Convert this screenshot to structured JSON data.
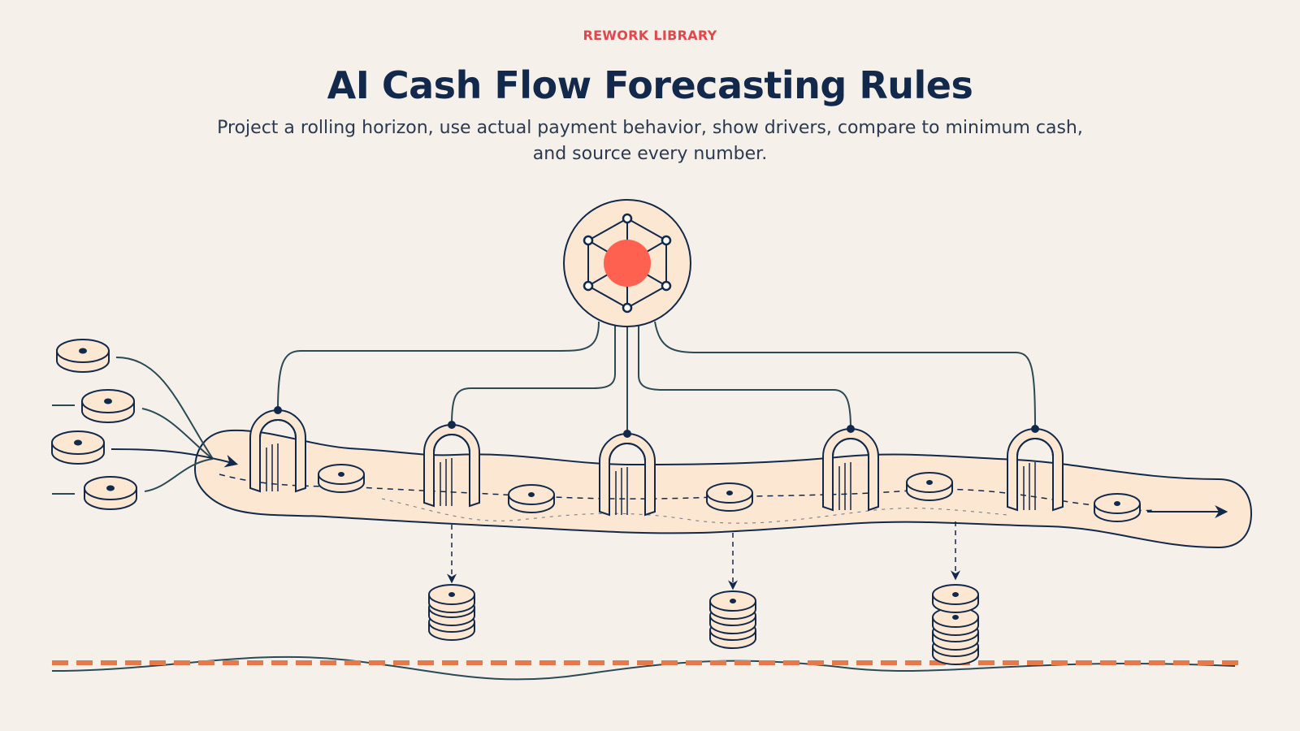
{
  "header": {
    "eyebrow": "REWORK LIBRARY",
    "title": "AI Cash Flow Forecasting Rules",
    "subtitle_line1": "Project a rolling horizon, use actual payment behavior, show drivers, compare to minimum cash,",
    "subtitle_line2": "and source every number."
  },
  "colors": {
    "background": "#f5f1ea",
    "navy": "#13294b",
    "accent_red": "#e2474b",
    "hub_core": "#ff6150",
    "pipe_fill": "#fbe7d2",
    "min_line": "#e5794a",
    "line_teal": "#2b4a55"
  },
  "icons": {
    "hub": "network-hub-icon",
    "coin": "coin-icon",
    "gate": "arch-gate-icon"
  }
}
